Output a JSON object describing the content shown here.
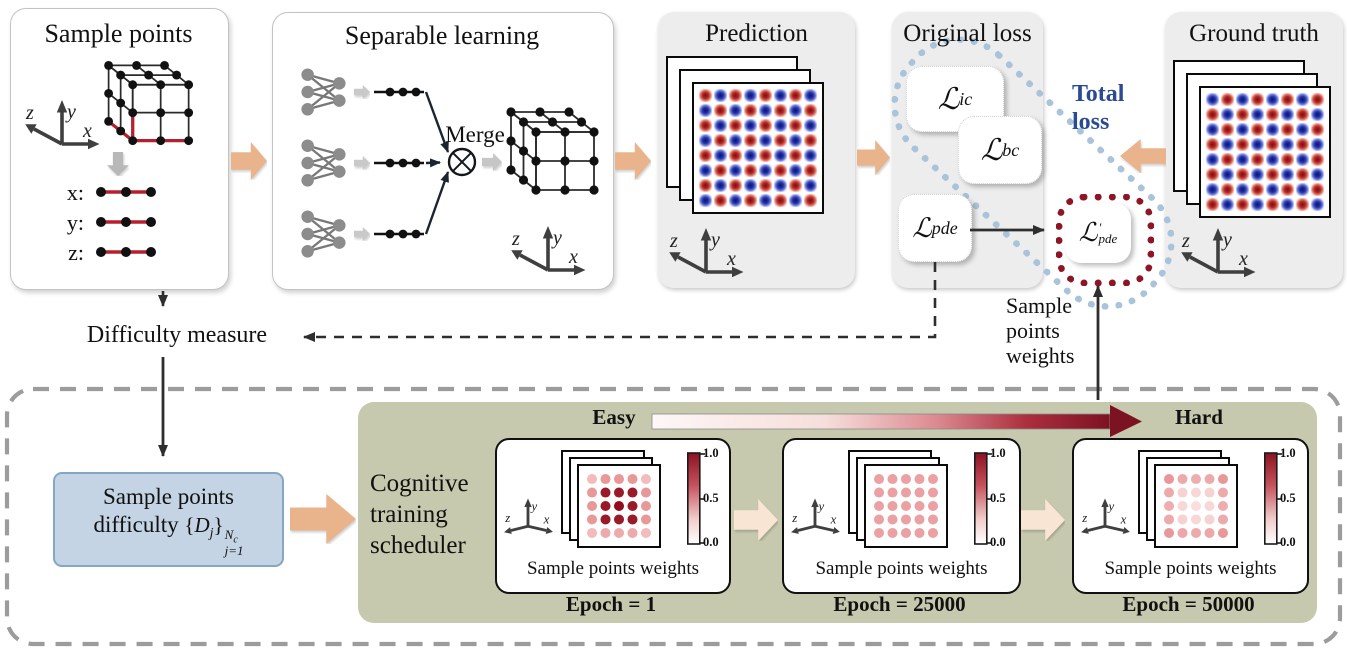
{
  "colors": {
    "beige_arrow": "#e9b48c",
    "pale_arrow": "#f8e5d3",
    "gray_arrow": "#b9b9b9",
    "light_gray_arrow": "#c9c9c9",
    "green_panel": "#c6c9ad",
    "blue_box_fill": "#c4d4e4",
    "blue_box_border": "#84a7c5",
    "total_loss_text": "#2b4a94",
    "total_loss_ring": "#a9c3db",
    "weighted_ring": "#8e1526",
    "heat_red": "#b5271f",
    "heat_blue": "#2434ae",
    "sample_red_line": "#b5202f",
    "gradient_start": "#fdf7f6",
    "gradient_end": "#7c1322"
  },
  "pipeline": {
    "sample_points": {
      "title": "Sample points",
      "row_labels": [
        "x:",
        "y:",
        "z:"
      ]
    },
    "separable_learning": {
      "title": "Separable learning",
      "merge_label": "Merge"
    },
    "prediction": {
      "title": "Prediction"
    },
    "original_loss": {
      "title": "Original loss"
    },
    "ground_truth": {
      "title": "Ground truth"
    }
  },
  "losses": {
    "ic": {
      "base": "ℒ",
      "sub": "ic"
    },
    "bc": {
      "base": "ℒ",
      "sub": "bc"
    },
    "pde": {
      "base": "ℒ",
      "sub": "pde"
    },
    "weighted_pde": {
      "base": "ℒ",
      "prime": "′",
      "sub": "pde"
    }
  },
  "total_loss": {
    "line1": "Total",
    "line2": "loss"
  },
  "connector_labels": {
    "difficulty_measure": "Difficulty measure",
    "sample_points_weights": [
      "Sample",
      "points",
      "weights"
    ]
  },
  "difficulty_box": {
    "line1": "Sample points",
    "line2_prefix": "difficulty",
    "expr": {
      "lbrace": "{",
      "var": "D",
      "var_sub": "j",
      "rbrace": "}",
      "sup_var": "N",
      "sup_sub": "c",
      "lower": "j=1"
    }
  },
  "scheduler": {
    "label_lines": [
      "Cognitive",
      "training",
      "scheduler"
    ],
    "easy_label": "Easy",
    "hard_label": "Hard",
    "panel_caption": "Sample points weights",
    "colorbar_ticks": [
      "1.0",
      "0.5",
      "0.0"
    ],
    "colorbar_range": [
      0,
      1
    ],
    "epochs": [
      1,
      25000,
      50000
    ],
    "panels": [
      {
        "epoch_label": "Epoch = 1",
        "weights": [
          [
            0.3,
            0.5,
            0.5,
            0.5,
            0.3
          ],
          [
            0.5,
            0.95,
            0.95,
            0.95,
            0.5
          ],
          [
            0.5,
            0.95,
            1.0,
            0.95,
            0.5
          ],
          [
            0.5,
            0.95,
            0.95,
            0.95,
            0.5
          ],
          [
            0.3,
            0.4,
            0.4,
            0.4,
            0.3
          ]
        ]
      },
      {
        "epoch_label": "Epoch = 25000",
        "weights": [
          [
            0.45,
            0.45,
            0.45,
            0.45,
            0.45
          ],
          [
            0.45,
            0.45,
            0.45,
            0.45,
            0.45
          ],
          [
            0.45,
            0.45,
            0.45,
            0.45,
            0.45
          ],
          [
            0.45,
            0.45,
            0.45,
            0.45,
            0.45
          ],
          [
            0.45,
            0.45,
            0.45,
            0.45,
            0.45
          ]
        ]
      },
      {
        "epoch_label": "Epoch = 50000",
        "weights": [
          [
            0.5,
            0.4,
            0.38,
            0.4,
            0.5
          ],
          [
            0.4,
            0.18,
            0.15,
            0.18,
            0.4
          ],
          [
            0.38,
            0.15,
            0.12,
            0.15,
            0.38
          ],
          [
            0.4,
            0.18,
            0.15,
            0.18,
            0.4
          ],
          [
            0.5,
            0.42,
            0.4,
            0.42,
            0.5
          ]
        ]
      }
    ]
  },
  "axes_labels": {
    "x": "x",
    "y": "y",
    "z": "z"
  }
}
